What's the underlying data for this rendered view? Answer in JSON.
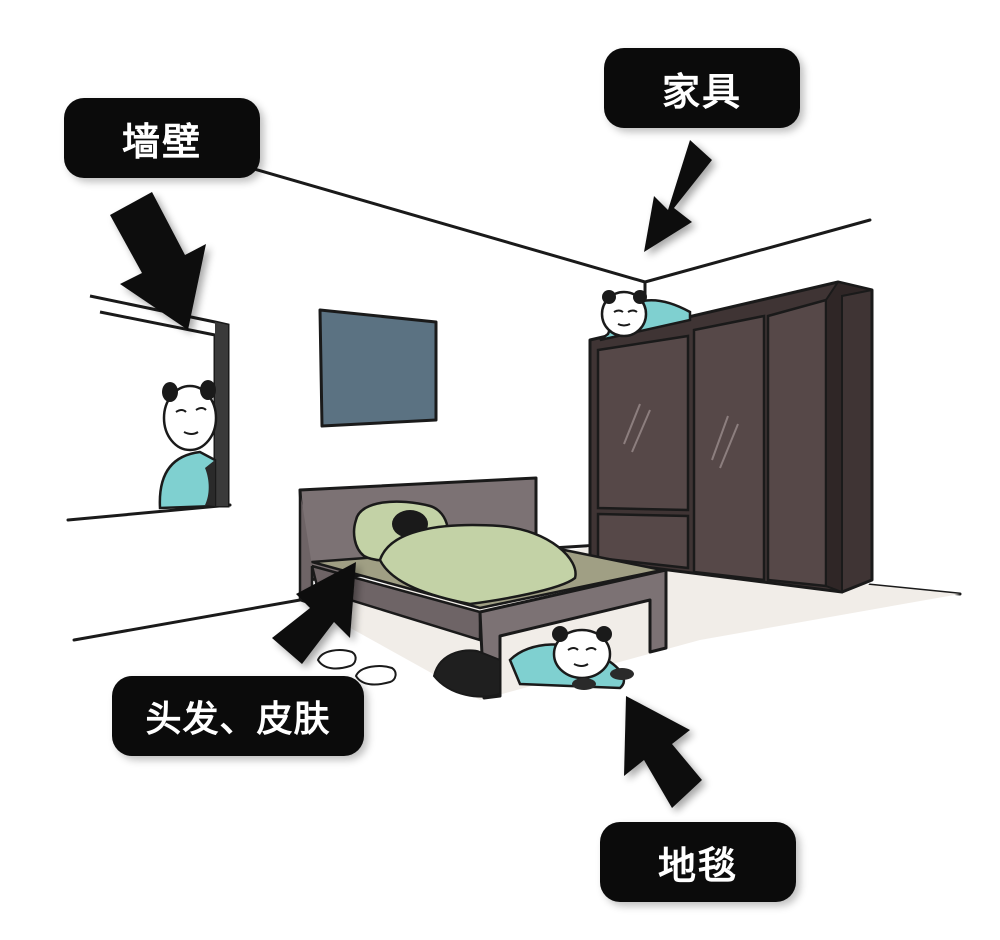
{
  "labels": {
    "wall": "墙壁",
    "furniture": "家具",
    "hair_skin": "头发、皮肤",
    "carpet": "地毯"
  },
  "colors": {
    "label_bg": "#0b0b0b",
    "label_text": "#ffffff",
    "wardrobe": "#4d4040",
    "bed_frame": "#7c7274",
    "blanket": "#c3d2a6",
    "tv": "#5b7282",
    "character_shirt": "#7fd0d0"
  },
  "icons": [
    "arrow-icon",
    "panda-face-icon"
  ]
}
